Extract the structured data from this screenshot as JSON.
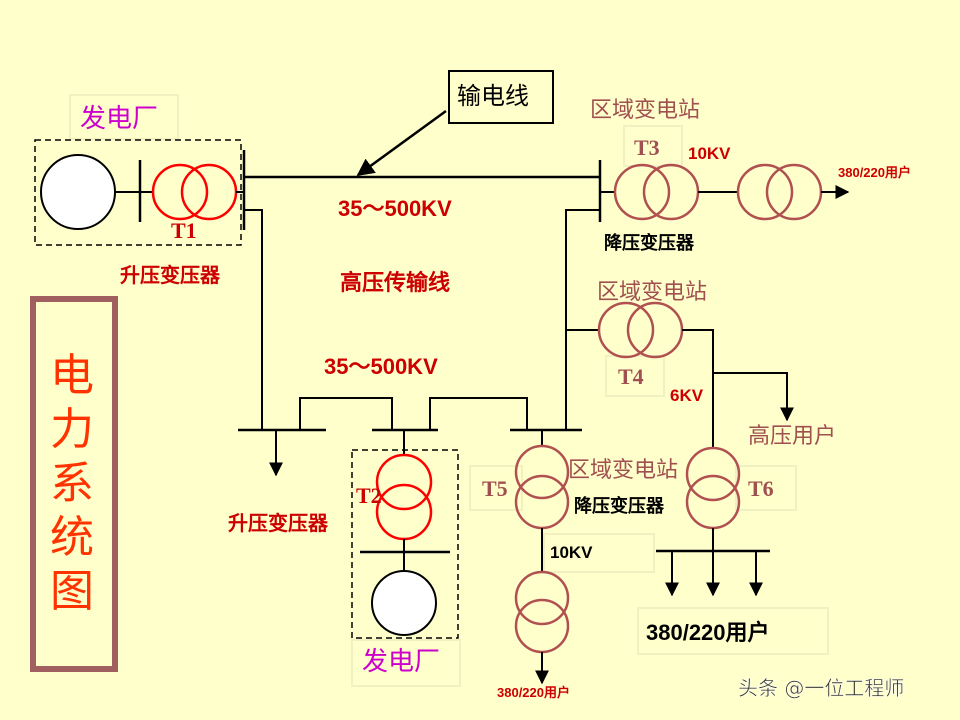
{
  "labels": {
    "gen_plant_top": "发电厂",
    "gen_plant_bottom": "发电厂",
    "transmission_line_callout": "输电线",
    "region_station_1": "区域变电站",
    "region_station_2": "区域变电站",
    "region_station_3": "区域变电站",
    "t1": "T1",
    "t2": "T2",
    "t3": "T3",
    "t4": "T4",
    "t5": "T5",
    "t6": "T6",
    "step_up_1": "升压变压器",
    "step_up_2": "升压变压器",
    "step_down_1": "降压变压器",
    "step_down_2": "降压变压器",
    "voltage_top": "35～500KV",
    "voltage_mid": "35～500KV",
    "hv_line": "高压传输线",
    "kv10_top": "10KV",
    "kv10_bottom": "10KV",
    "kv6": "6KV",
    "hv_user": "高压用户",
    "user_top_right": "380/220用户",
    "user_bottom_center": "380/220用户",
    "user_bottom_right": "380/220用户",
    "title_chars": [
      "电",
      "力",
      "系",
      "统",
      "图"
    ],
    "watermark": "头条 @一位工程师"
  },
  "colors": {
    "background": "#ffffcc",
    "line": "#000000",
    "transformer_red": "#ff0000",
    "transformer_brown": "#b05050",
    "title_border": "#a06060",
    "title_text": "#ff3300",
    "purple_text": "#cc00cc",
    "label_red": "#cc0000",
    "station_text": "#a05050",
    "pale_box": "#f0f0c0"
  }
}
